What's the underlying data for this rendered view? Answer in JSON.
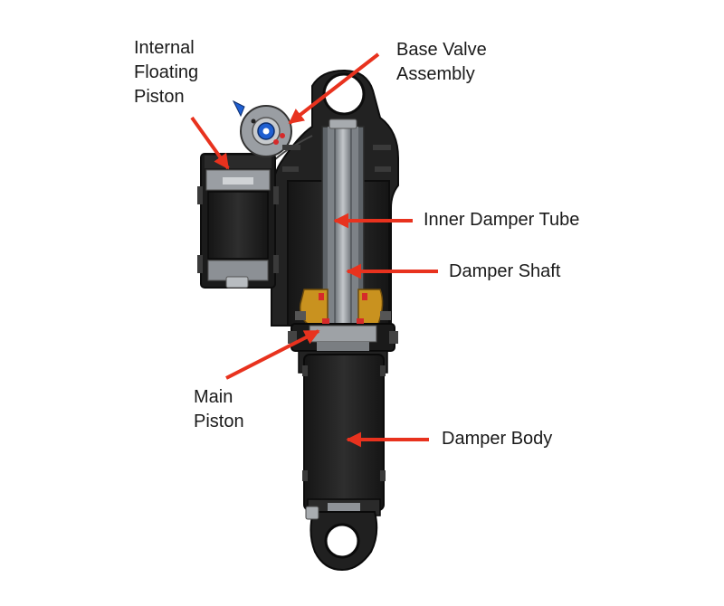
{
  "labels": {
    "internal_floating_piston": [
      "Internal",
      "Floating",
      "Piston"
    ],
    "base_valve_assembly": [
      "Base Valve",
      "Assembly"
    ],
    "inner_damper_tube": "Inner Damper Tube",
    "damper_shaft": "Damper Shaft",
    "main_piston": [
      "Main",
      "Piston"
    ],
    "damper_body": "Damper Body"
  },
  "colors": {
    "arrow": "#e8321e",
    "body": "#262626",
    "body_dark": "#111111",
    "shaft": "#8a8f94",
    "brass": "#c9921f",
    "seal_red": "#d62a2a",
    "knob_blue": "#1f5fd1",
    "steel": "#b8bcc0"
  }
}
